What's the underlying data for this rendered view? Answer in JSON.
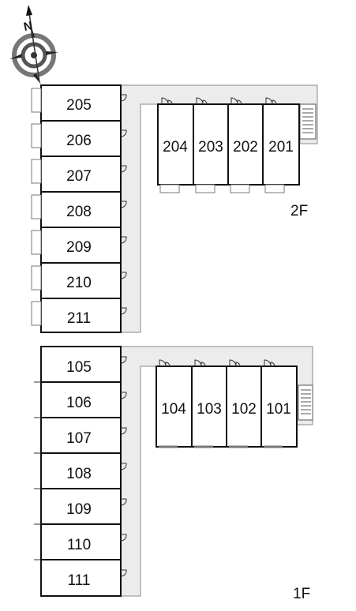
{
  "compass": {
    "north_label": "N",
    "icon": "compass-rose-icon"
  },
  "floors": [
    {
      "label": "2F",
      "west_rooms": [
        "205",
        "206",
        "207",
        "208",
        "209",
        "210",
        "211"
      ],
      "east_rooms": [
        "204",
        "203",
        "202",
        "201"
      ]
    },
    {
      "label": "1F",
      "west_rooms": [
        "105",
        "106",
        "107",
        "108",
        "109",
        "110",
        "111"
      ],
      "east_rooms": [
        "104",
        "103",
        "102",
        "101"
      ]
    }
  ],
  "colors": {
    "corridor": "#ececec",
    "outline": "#111111",
    "thin_line": "#8a8a8a"
  }
}
